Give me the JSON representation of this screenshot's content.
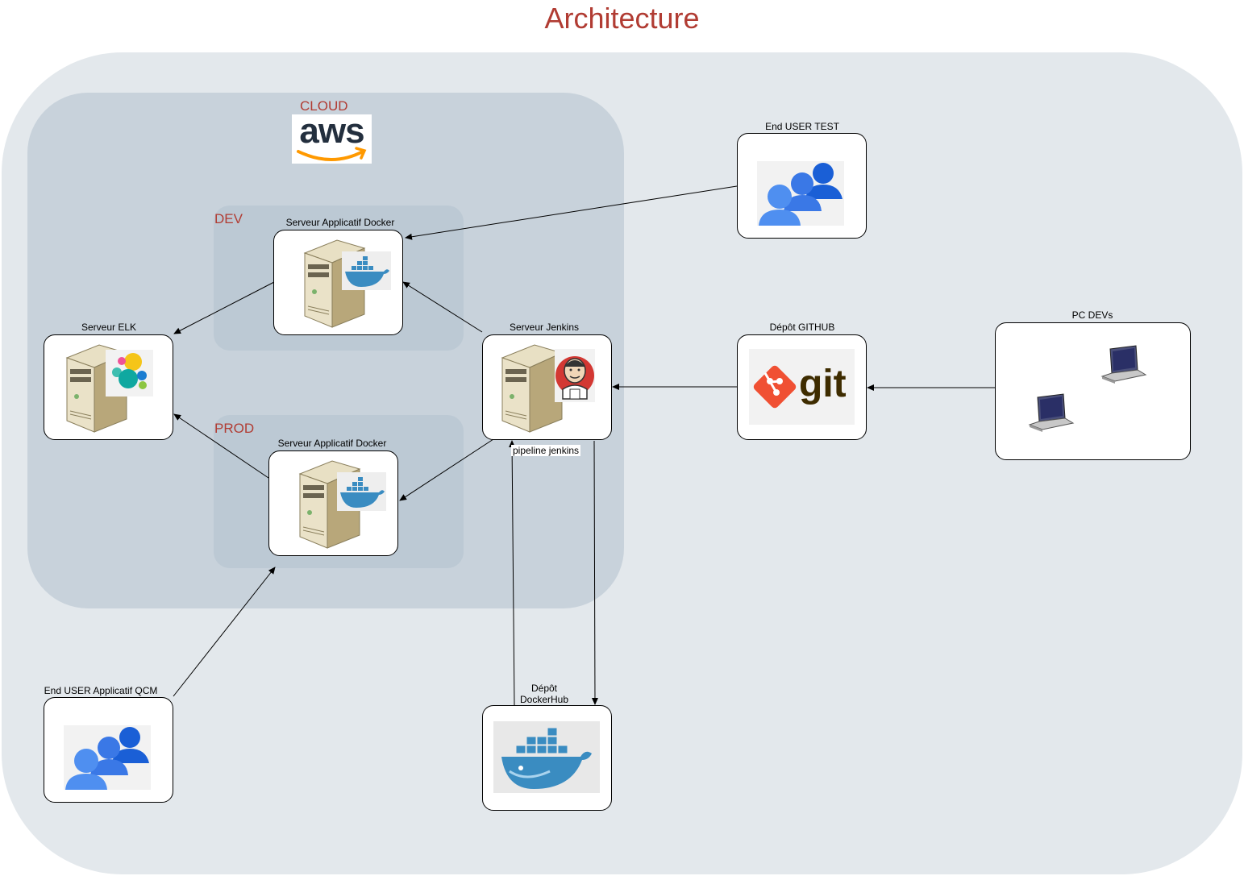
{
  "title": "Architecture",
  "zones": {
    "cloud": "CLOUD",
    "aws": "aws",
    "dev": "DEV",
    "prod": "PROD"
  },
  "nodes": {
    "end_user_test": "End USER TEST",
    "docker_dev": "Serveur Applicatif Docker",
    "docker_prod": "Serveur Applicatif Docker",
    "elk": "Serveur ELK",
    "jenkins": "Serveur Jenkins",
    "github": "Dépôt GITHUB",
    "git_logo": "git",
    "pc_devs": "PC DEVs",
    "end_user_qcm": "End USER Applicatif QCM",
    "dockerhub_line1": "Dépôt",
    "dockerhub_line2": "DockerHub"
  },
  "edges": {
    "pipeline_label": "pipeline jenkins"
  },
  "colors": {
    "title": "#b13c33",
    "outer_zone": "#e3e8ec",
    "cloud_zone": "#c8d2db",
    "env_zone": "#bcc9d4",
    "users_icon": "#4285f4",
    "docker_blue": "#3a8cc1",
    "git_orange": "#f05033"
  },
  "icons": {
    "users": "users-group-icon",
    "server": "server-tower-icon",
    "docker": "docker-whale-icon",
    "elastic": "elastic-logo-icon",
    "jenkins": "jenkins-butler-icon",
    "git": "git-logo-icon",
    "laptop": "laptop-icon",
    "aws": "aws-logo-icon"
  }
}
